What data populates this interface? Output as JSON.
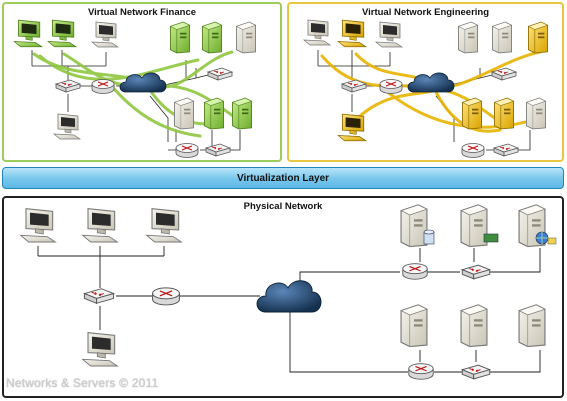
{
  "panels": {
    "finance_title": "Virtual Network Finance",
    "engineering_title": "Virtual Network Engineering",
    "virtualization_title": "Virtualization Layer",
    "physical_title": "Physical Network"
  },
  "colors": {
    "finance": "#9ccc5a",
    "engineering": "#e8c640",
    "virtualization": "#76c6ec",
    "cloud": "#1d3f66"
  },
  "footer": {
    "copyright": "Networks & Servers © 2011"
  }
}
